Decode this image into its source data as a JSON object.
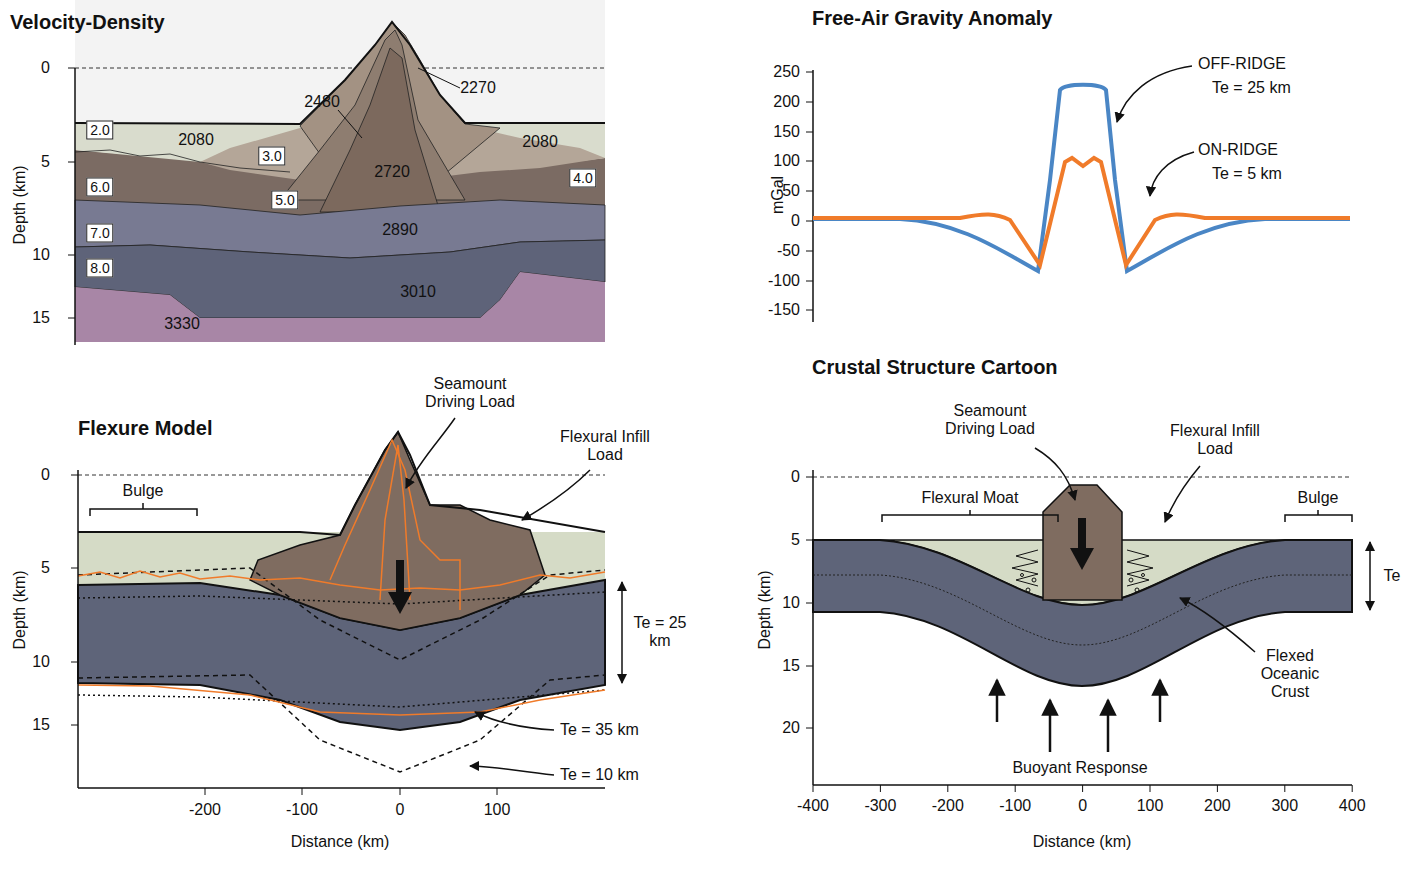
{
  "diagram": {
    "nodes": [
      {
        "text": [
          "2.0"
        ]
      },
      {
        "text": [
          "3.0"
        ]
      },
      {
        "text": [
          "4.0"
        ]
      },
      {
        "text": [
          "5.0"
        ]
      },
      {
        "text": [
          "6.0"
        ]
      },
      {
        "text": [
          "7.0"
        ]
      },
      {
        "text": [
          "8.0"
        ]
      }
    ],
    "labels": [
      "Velocity-Density",
      "0",
      "5",
      "10",
      "15",
      "Depth (km)",
      "2270",
      "2480",
      "2080",
      "2720",
      "2080",
      "2890",
      "3010",
      "3330",
      "Free-Air Gravity Anomaly",
      "250",
      "200",
      "150",
      "100",
      "50",
      "0",
      "-50",
      "-100",
      "-150",
      "mGal",
      "OFF-RIDGE",
      "Te = 25 km",
      "ON-RIDGE",
      "Te = 5 km",
      "Flexure Model",
      "0",
      "5",
      "10",
      "15",
      "Depth (km)",
      "Seamount Driving Load",
      "Flexural Infill Load",
      "Bulge",
      "Te = 25 km",
      "Te = 35 km",
      "Te = 10 km",
      "-200",
      "-100",
      "0",
      "100",
      "Distance (km)",
      "Crustal Structure Cartoon",
      "Seamount Driving Load",
      "Flexural Infill Load",
      "Flexural Moat",
      "Bulge",
      "Te",
      "0",
      "5",
      "10",
      "15",
      "20",
      "Depth (km)",
      "Flexed Oceanic Crust",
      "Buoyant Response",
      "-400",
      "-300",
      "-200",
      "-100",
      "0",
      "100",
      "200",
      "300",
      "400",
      "Distance (km)"
    ]
  }
}
